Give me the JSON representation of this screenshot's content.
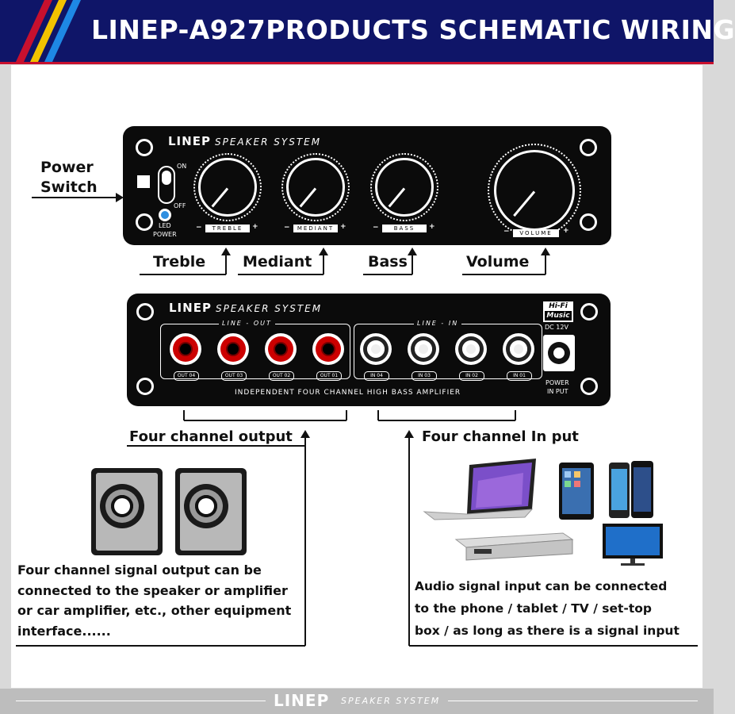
{
  "header": {
    "title": "LINEP-A927PRODUCTS SCHEMATIC WIRING",
    "stripe_colors": [
      "#c8102e",
      "#f2c200",
      "#1e88e5"
    ],
    "bg_color": "#0f1568"
  },
  "front_panel": {
    "brand": "LINEP",
    "brand_sub": "SPEAKER SYSTEM",
    "switch_on": "ON",
    "switch_off": "OFF",
    "led_label": "LED",
    "power_label": "POWER",
    "knobs": [
      {
        "label": "TREBLE"
      },
      {
        "label": "MEDIANT"
      },
      {
        "label": "BASS"
      },
      {
        "label": "VOLUME"
      }
    ],
    "plus": "+",
    "minus": "−"
  },
  "front_annotations": {
    "power_switch_line1": "Power",
    "power_switch_line2": "Switch",
    "treble": "Treble",
    "mediant": "Mediant",
    "bass": "Bass",
    "volume": "Volume"
  },
  "rear_panel": {
    "brand": "LINEP",
    "brand_sub": "SPEAKER SYSTEM",
    "line_out_label": "LINE - OUT",
    "line_in_label": "LINE - IN",
    "outputs": [
      "OUT 04",
      "OUT 03",
      "OUT 02",
      "OUT 01"
    ],
    "inputs": [
      "IN 04",
      "IN 03",
      "IN 02",
      "IN 01"
    ],
    "hifi_line1": "Hi-Fi",
    "hifi_line2": "Music",
    "dc_label": "DC 12V",
    "power_in_line1": "POWER",
    "power_in_line2": "IN PUT",
    "bottom_text": "INDEPENDENT FOUR CHANNEL HIGH BASS AMPLIFIER"
  },
  "rear_annotations": {
    "output": "Four channel output",
    "input": "Four channel In put"
  },
  "output_description": [
    "Four channel signal output can be",
    "connected to the speaker or amplifier",
    "or car amplifier, etc., other equipment",
    "interface......"
  ],
  "input_description": [
    "Audio signal input can be connected",
    "to the phone / tablet / TV / set-top",
    "box / as long as there is a signal input"
  ],
  "footer": {
    "brand": "LINEP",
    "brand_sub": "SPEAKER SYSTEM"
  }
}
